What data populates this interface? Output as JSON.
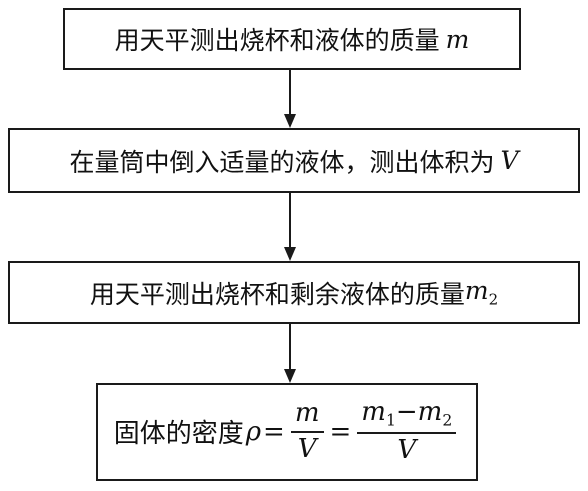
{
  "steps": [
    {
      "text": "用天平测出烧杯和液体的质量",
      "var": "m"
    },
    {
      "text": "在量筒中倒入适量的液体，测出体积为",
      "var": "V"
    },
    {
      "text": "用天平测出烧杯和剩余液体的质量",
      "var": "m",
      "sub": "2"
    }
  ],
  "result": {
    "text": "固体的密度",
    "rho": "ρ",
    "eq": "=",
    "frac1": {
      "num": "m",
      "den": "V"
    },
    "frac2": {
      "num_a": "m",
      "num_a_sub": "1",
      "minus": "−",
      "num_b": "m",
      "num_b_sub": "2",
      "den": "V"
    }
  }
}
